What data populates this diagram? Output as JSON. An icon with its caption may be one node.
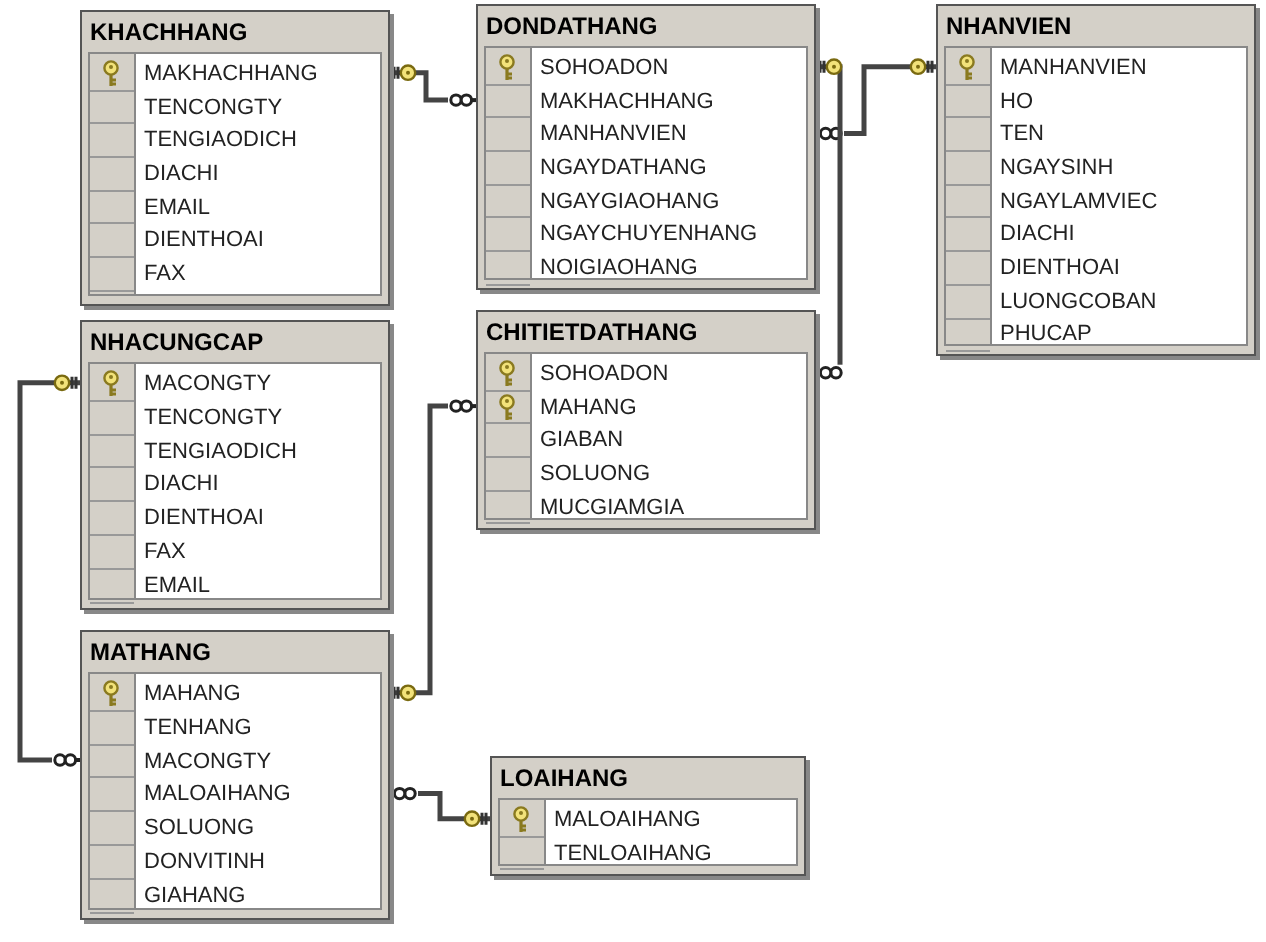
{
  "diagram": {
    "nodes": [
      {
        "text": [
          "KHACHHANG",
          "MAKHACHHANG",
          "TENCONGTY",
          "TENGIAODICH",
          "DIACHI",
          "EMAIL",
          "DIENTHOAI",
          "FAX"
        ]
      },
      {
        "text": [
          "DONDATHANG",
          "SOHOADON",
          "MAKHACHHANG",
          "MANHANVIEN",
          "NGAYDATHANG",
          "NGAYGIAOHANG",
          "NGAYCHUYENHANG",
          "NOIGIAOHANG"
        ]
      },
      {
        "text": [
          "NHANVIEN",
          "MANHANVIEN",
          "HO",
          "TEN",
          "NGAYSINH",
          "NGAYLAMVIEC",
          "DIACHI",
          "DIENTHOAI",
          "LUONGCOBAN",
          "PHUCAP"
        ]
      },
      {
        "text": [
          "NHACUNGCAP",
          "MACONGTY",
          "TENCONGTY",
          "TENGIAODICH",
          "DIACHI",
          "DIENTHOAI",
          "FAX",
          "EMAIL"
        ]
      },
      {
        "text": [
          "CHITIETDATHANG",
          "SOHOADON",
          "MAHANG",
          "GIABAN",
          "SOLUONG",
          "MUCGIAMGIA"
        ]
      },
      {
        "text": [
          "MATHANG",
          "MAHANG",
          "TENHANG",
          "MACONGTY",
          "MALOAIHANG",
          "SOLUONG",
          "DONVITINH",
          "GIAHANG"
        ]
      },
      {
        "text": [
          "LOAIHANG",
          "MALOAIHANG",
          "TENLOAIHANG"
        ]
      }
    ],
    "edges": [
      {
        "from": 0,
        "to": 1,
        "arrow": "other"
      },
      {
        "from": 2,
        "to": 1,
        "arrow": "other"
      },
      {
        "from": 1,
        "to": 4,
        "arrow": "other"
      },
      {
        "from": 3,
        "to": 5,
        "arrow": "other"
      },
      {
        "from": 5,
        "to": 4,
        "arrow": "other"
      },
      {
        "from": 6,
        "to": 5,
        "arrow": "other"
      }
    ]
  }
}
